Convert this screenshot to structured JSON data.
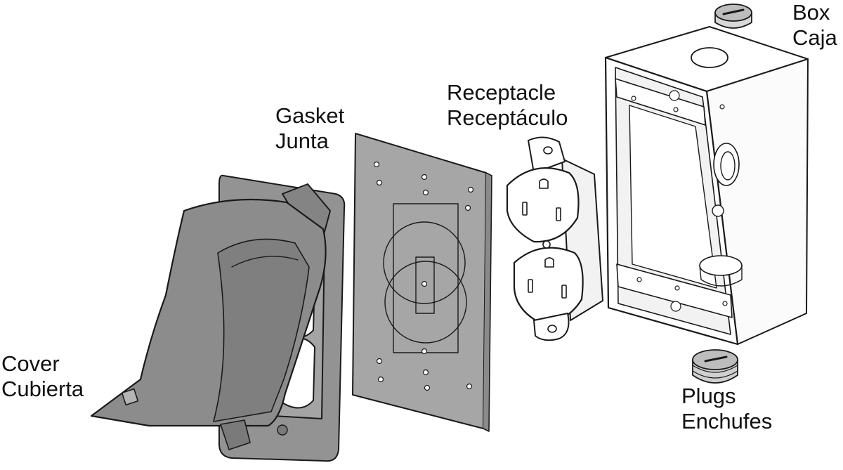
{
  "labels": {
    "cover": {
      "en": "Cover",
      "es": "Cubierta"
    },
    "gasket": {
      "en": "Gasket",
      "es": "Junta"
    },
    "receptacle": {
      "en": "Receptacle",
      "es": "Receptáculo"
    },
    "box": {
      "en": "Box",
      "es": "Caja"
    },
    "plugs": {
      "en": "Plugs",
      "es": "Enchufes"
    }
  },
  "colors": {
    "cover_fill": "#909090",
    "cover_dark": "#6e6e6e",
    "gasket_fill": "#a6a6a6",
    "receptacle_fill": "#ffffff",
    "box_fill": "#ffffff",
    "outline": "#1a1a1a"
  }
}
